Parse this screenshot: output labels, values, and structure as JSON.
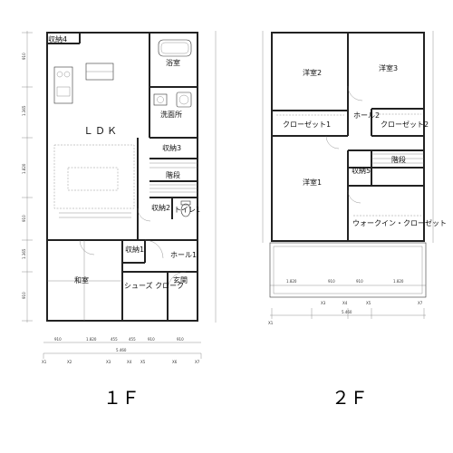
{
  "floor1": {
    "title": "１Ｆ",
    "rooms": {
      "storage4": "収納4",
      "bath": "浴室",
      "washroom": "洗面所",
      "ldk": "ＬＤＫ",
      "storage3": "収納3",
      "stairs": "階段",
      "storage2": "収納2",
      "toilet1": "トイレ1",
      "storage1": "収納1",
      "hall1": "ホール1",
      "washitsu": "和室",
      "shoes_cloak": "シューズ クローク",
      "entrance": "玄関"
    },
    "dims_top": [
      "910",
      "1.820",
      "455",
      "455",
      "910",
      "910"
    ],
    "dims_total": "5.460",
    "grid": [
      "X1",
      "X2",
      "X3",
      "X4",
      "X5",
      "X6",
      "X7"
    ],
    "side_dims": [
      "910",
      "1.365",
      "1.820",
      "910",
      "1.365",
      "910"
    ]
  },
  "floor2": {
    "title": "２Ｆ",
    "rooms": {
      "bedroom2": "洋室2",
      "bedroom3": "洋室3",
      "closet1": "クローゼット1",
      "hall2": "ホール2",
      "closet2": "クローゼット2",
      "bedroom1": "洋室1",
      "stairs": "階段",
      "storage5": "収納5",
      "walkin": "ウォークイン・クローゼット"
    },
    "dims_bottom": [
      "1.820",
      "910",
      "910",
      "1.820"
    ],
    "dims_total": "5.460",
    "grid": [
      "X1",
      "X3",
      "X4",
      "X5",
      "X7"
    ]
  }
}
